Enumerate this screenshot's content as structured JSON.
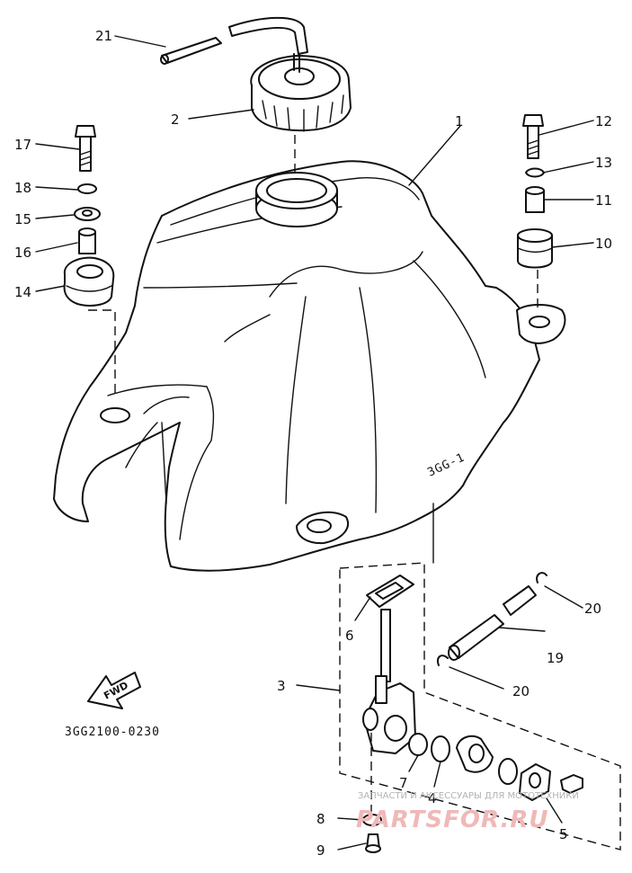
{
  "diagram": {
    "callouts": {
      "c1": "1",
      "c2": "2",
      "c3": "3",
      "c4": "4",
      "c5": "5",
      "c6": "6",
      "c7": "7",
      "c8": "8",
      "c9": "9",
      "c10": "10",
      "c11": "11",
      "c12": "12",
      "c13": "13",
      "c14": "14",
      "c15": "15",
      "c16": "16",
      "c17": "17",
      "c18": "18",
      "c19": "19",
      "c20a": "20",
      "c20b": "20",
      "c21": "21"
    },
    "fwd_label": "FWD",
    "figure_code": "3GG2100-0230",
    "watermark_line1": "ЗАПЧАСТИ И АКСЕССУАРЫ ДЛЯ МОТОТЕХНИКИ",
    "watermark_logo": "PARTSFOR.RU"
  }
}
